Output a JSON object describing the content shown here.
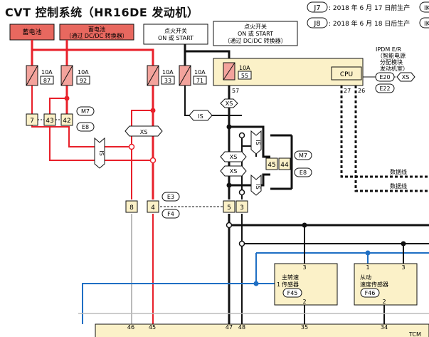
{
  "title": "CVT 控制系统（HR16DE 发动机）",
  "revisions": [
    {
      "tag": "J7",
      "text": ": 2018 年 6 月 17 日前生产",
      "extra": "IK"
    },
    {
      "tag": "J8",
      "text": ": 2018 年 6 月 18 日后生产",
      "extra": "IK"
    }
  ],
  "power_sources": {
    "battery": "蓄电池",
    "battery_via_dcdc_1": "蓄电池",
    "battery_via_dcdc_2": "（通过 DC/DC 转换器）",
    "ign_on_start_1": "点火开关",
    "ign_on_start_2": "ON 或 START",
    "ign_dcdc_1": "点火开关",
    "ign_dcdc_2": "ON 或 START",
    "ign_dcdc_3": "（通过 DC/DC 转换器）"
  },
  "fuses": [
    {
      "amp": "10A",
      "num": "87"
    },
    {
      "amp": "10A",
      "num": "92"
    },
    {
      "amp": "10A",
      "num": "33"
    },
    {
      "amp": "10A",
      "num": "71"
    },
    {
      "amp": "10A",
      "num": "55"
    }
  ],
  "ipdm": {
    "title_1": "IPDM E/R",
    "title_2": "（智能电源",
    "title_3": "分配模块",
    "title_4": "发动机室）",
    "cpu": "CPU",
    "pin_57": "57",
    "pin_27": "27",
    "pin_26": "26",
    "e20": "E20",
    "e22": "E22",
    "data_line_1": "数据线",
    "data_line_2": "数据线"
  },
  "connectors": {
    "m7": "M7",
    "e8": "E8",
    "m7b": "M7",
    "e8b": "E8",
    "e3": "E3",
    "f4": "F4",
    "pin_7": "7",
    "pin_43": "43",
    "pin_42": "42",
    "pin_45a": "45",
    "pin_44": "44",
    "pin_8": "8",
    "pin_4": "4",
    "pin_5": "5",
    "pin_3": "3"
  },
  "tags": {
    "xs": "XS",
    "is": "IS"
  },
  "sensors": [
    {
      "name_1": "主转速",
      "name_2": "传感器",
      "conn": "F45",
      "pin_top": "3",
      "pin_left": "1",
      "pin_bottom": "2"
    },
    {
      "name_1": "从动",
      "name_2": "速度传感器",
      "conn": "F46",
      "pin_top": "3",
      "pin_left": "1",
      "pin_bottom": "2"
    }
  ],
  "tcm": {
    "label": "TCM",
    "pins": [
      "46",
      "45",
      "47",
      "48",
      "35",
      "34"
    ]
  },
  "colors": {
    "red": "#e8202a",
    "blue": "#1f6fc4",
    "black": "#111111",
    "fuse": "#f3a39c",
    "box": "#fbf1c8",
    "battery": "#e8685f"
  }
}
